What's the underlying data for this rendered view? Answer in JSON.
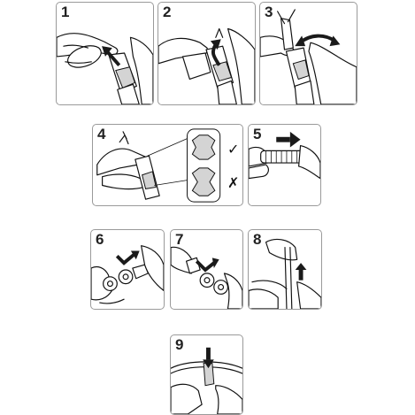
{
  "steps": [
    {
      "number": "1",
      "action": "arrow-icon",
      "status": ""
    },
    {
      "number": "2",
      "action": "arrow-icon",
      "status": ""
    },
    {
      "number": "3",
      "action": "double-arrow-icon",
      "status": ""
    },
    {
      "number": "4",
      "action": "",
      "status_ok": "✓",
      "status_bad": "✗"
    },
    {
      "number": "5",
      "action": "right-arrow-icon",
      "status": ""
    },
    {
      "number": "6",
      "action": "arrow-icon",
      "status": ""
    },
    {
      "number": "7",
      "action": "arrow-icon",
      "status": ""
    },
    {
      "number": "8",
      "action": "up-arrow-icon",
      "status": ""
    },
    {
      "number": "9",
      "action": "down-arrow-icon",
      "status": ""
    }
  ],
  "colors": {
    "outline": "#111111",
    "panel_border": "#9a9a9a",
    "shade": "#d4d4d4",
    "arrow": "#1a1a1a"
  }
}
